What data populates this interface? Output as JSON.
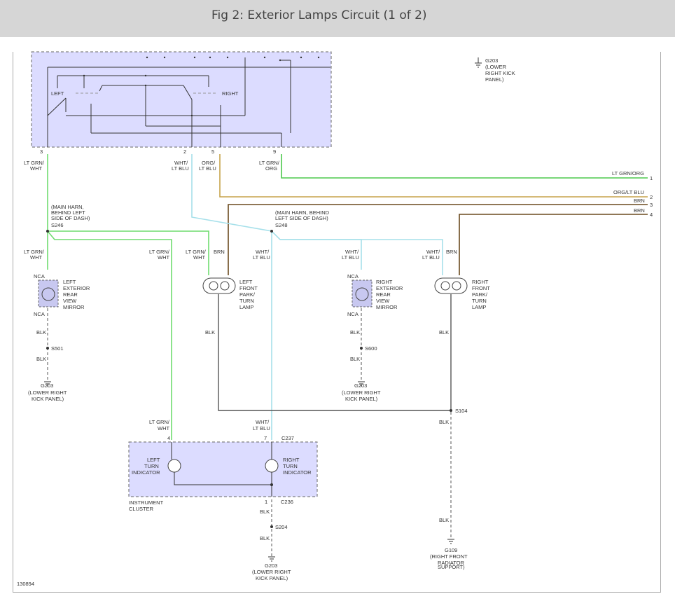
{
  "title": "Fig 2: Exterior Lamps Circuit (1 of 2)",
  "figure_number": "130894",
  "colors": {
    "lt_grn_wht": "#6fdc6f",
    "wht_lt_blu": "#a6e0ea",
    "org_lt_blu": "#c7a44c",
    "brn": "#6b4a1e",
    "lt_grn_org": "#4cc84c",
    "blk": "#555555",
    "module_fill": "#dcdcff",
    "title_bar": "#d6d6d6"
  },
  "switch_block": {
    "left_label": "LEFT",
    "right_label": "RIGHT",
    "pins": [
      "3",
      "2",
      "5",
      "9"
    ],
    "pin_wires": [
      "LT GRN/",
      "WHT",
      "WHT/",
      "LT BLU",
      "ORG/",
      "LT BLU",
      "LT GRN/",
      "ORG"
    ]
  },
  "connectors": [
    {
      "num": "1",
      "wire": "LT GRN/ORG"
    },
    {
      "num": "2",
      "wire": "ORG/LT BLU"
    },
    {
      "num": "3",
      "wire": "BRN"
    },
    {
      "num": "4",
      "wire": "BRN"
    }
  ],
  "top_ground": {
    "id": "G203",
    "loc": [
      "(LOWER",
      "RIGHT KICK",
      "PANEL)"
    ]
  },
  "splices": {
    "left_note": [
      "(MAIN HARN,",
      "BEHIND LEFT",
      "SIDE OF DASH)"
    ],
    "left_id": "S246",
    "right_note": [
      "(MAIN HARN, BEHIND",
      "LEFT SIDE OF DASH)"
    ],
    "right_id": "S248"
  },
  "wire_labels": {
    "ltgrn_1": "LT GRN/",
    "wht_1": "WHT",
    "whtslash": "WHT/",
    "ltblu": "LT BLU",
    "brn": "BRN",
    "blk": "BLK",
    "nca": "NCA"
  },
  "components": {
    "left_mirror": [
      "LEFT",
      "EXTERIOR",
      "REAR",
      "VIEW",
      "MIRROR"
    ],
    "left_lamp": [
      "LEFT",
      "FRONT",
      "PARK/",
      "TURN",
      "LAMP"
    ],
    "right_mirror": [
      "RIGHT",
      "EXTERIOR",
      "REAR",
      "VIEW",
      "MIRROR"
    ],
    "right_lamp": [
      "RIGHT",
      "FRONT",
      "PARK/",
      "TURN",
      "LAMP"
    ],
    "left_ind": [
      "LEFT",
      "TURN",
      "INDICATOR"
    ],
    "right_ind": [
      "RIGHT",
      "TURN",
      "INDICATOR"
    ],
    "cluster": [
      "INSTRUMENT",
      "CLUSTER"
    ]
  },
  "splice_ids": {
    "s501": "S501",
    "s600": "S600",
    "s104": "S104",
    "s204": "S204"
  },
  "grounds": {
    "g203_a": [
      "G203",
      "(LOWER RIGHT",
      "KICK PANEL)"
    ],
    "g203_b": [
      "G203",
      "(LOWER RIGHT",
      "KICK PANEL)"
    ],
    "g203_c": [
      "G203",
      "(LOWER RIGHT",
      "KICK PANEL)"
    ],
    "g109": [
      "G109",
      "(RIGHT FRONT",
      "RADIATOR",
      "SUPPORT)"
    ]
  },
  "cluster_conn": {
    "c237": "C237",
    "c236": "C236",
    "pin4": "4",
    "pin7": "7",
    "pin1": "1"
  }
}
